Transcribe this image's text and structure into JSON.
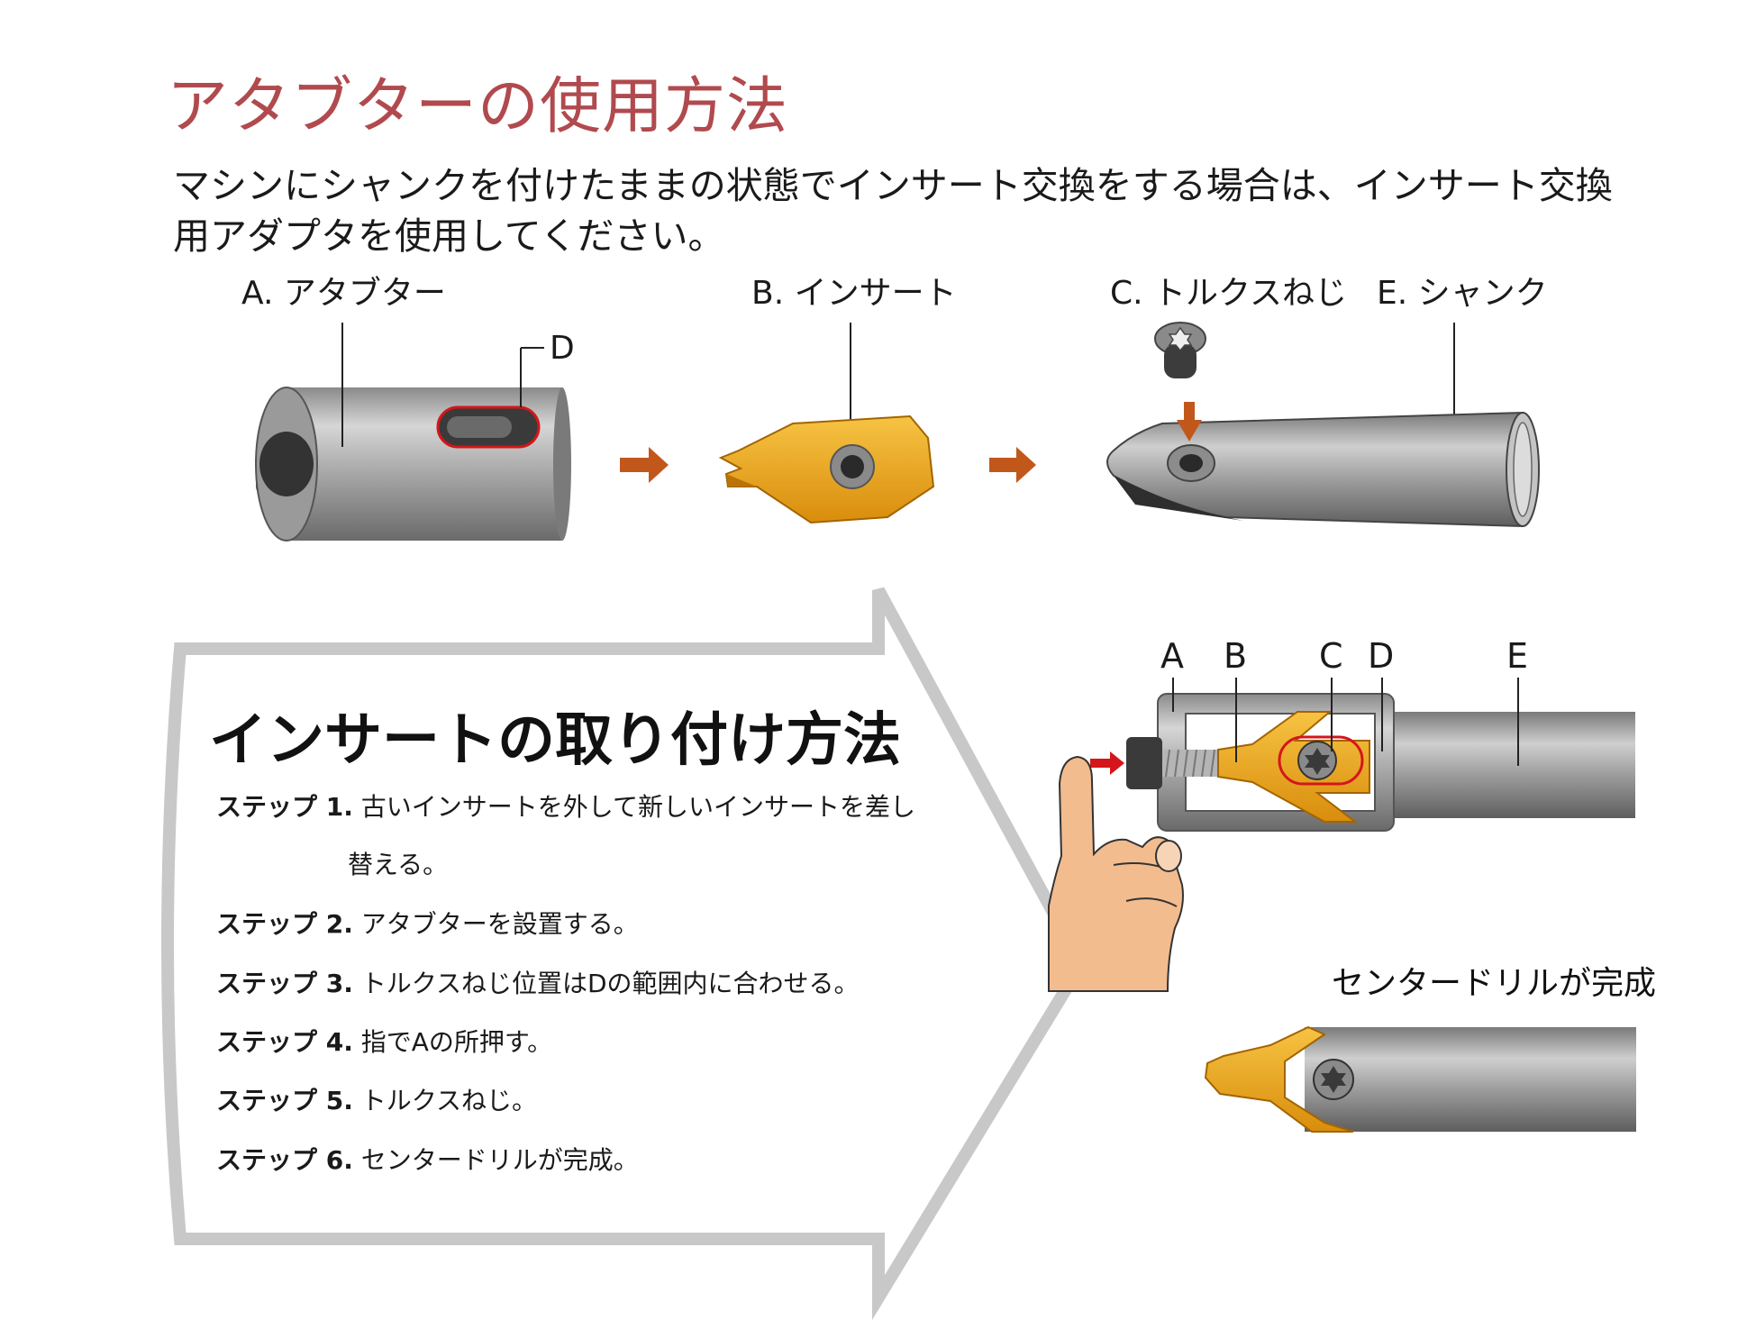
{
  "title": "アタブターの使用方法",
  "intro": {
    "line1": "マシンにシャンクを付けたままの状態でインサート交換をする場合は、インサート交換",
    "line2": "用アダプタを使用してください。"
  },
  "components": {
    "a": "A. アタブター",
    "b": "B. インサート",
    "c": "C. トルクスねじ",
    "e": "E. シャンク",
    "d": "D"
  },
  "assembly_letters": [
    "A",
    "B",
    "C",
    "D",
    "E"
  ],
  "method": {
    "title": "インサートの取り付け方法",
    "steps": [
      {
        "label": "ステップ 1.",
        "text": "古いインサートを外して新しいインサートを差し",
        "text2": "替える。"
      },
      {
        "label": "ステップ 2.",
        "text": "アタブターを設置する。"
      },
      {
        "label": "ステップ 3.",
        "text": "トルクスねじ位置はDの範囲内に合わせる。"
      },
      {
        "label": "ステップ 4.",
        "text": "指でAの所押す。"
      },
      {
        "label": "ステップ 5.",
        "text": "トルクスねじ。"
      },
      {
        "label": "ステップ 6.",
        "text": "センタードリルが完成。"
      }
    ]
  },
  "result_label": "センタードリルが完成",
  "colors": {
    "title": "#b04a4e",
    "insert": "#f0a91e",
    "highlight": "#d4161b",
    "flow_arrow": "#c2571c",
    "outline_arrow": "#c8c8c8",
    "skin": "#f3bc8f"
  }
}
